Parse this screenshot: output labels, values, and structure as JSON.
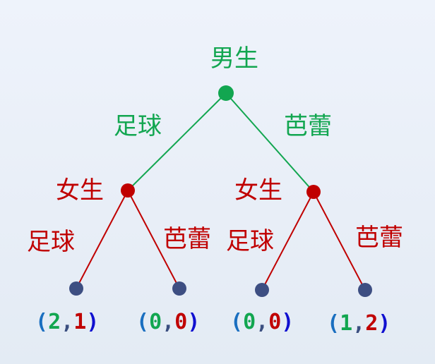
{
  "colors": {
    "player1": "#12a650",
    "player2": "#c00000",
    "terminal_node": "#3d4e82",
    "edge_root": "#12a650",
    "edge_second": "#c00000",
    "paren_left": "#1a6fc0",
    "paren_right": "#1010d0",
    "comma": "#3b4f80"
  },
  "root": {
    "label": "男生",
    "actions": {
      "left": "足球",
      "right": "芭蕾"
    }
  },
  "second_level": [
    {
      "label": "女生",
      "actions": {
        "left": "足球",
        "right": "芭蕾"
      }
    },
    {
      "label": "女生",
      "actions": {
        "left": "足球",
        "right": "芭蕾"
      }
    }
  ],
  "payoffs": [
    {
      "p1": "2",
      "p2": "1"
    },
    {
      "p1": "0",
      "p2": "0"
    },
    {
      "p1": "0",
      "p2": "0"
    },
    {
      "p1": "1",
      "p2": "2"
    }
  ],
  "punct": {
    "open": "(",
    "comma": ",",
    "close": ")"
  }
}
